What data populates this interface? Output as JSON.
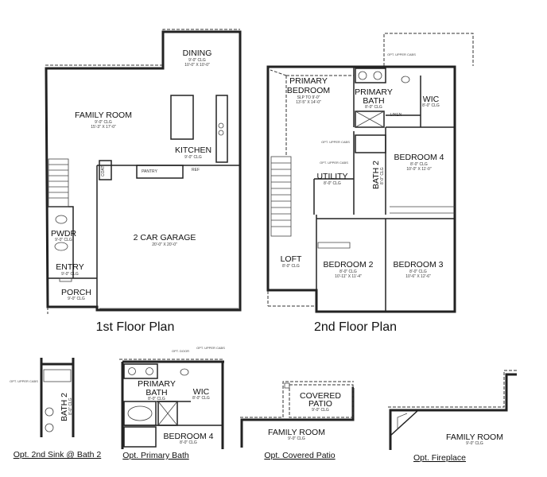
{
  "first_floor": {
    "title": "1st Floor Plan",
    "rooms": {
      "dining": {
        "name": "DINING",
        "clg": "9'-0\" CLG",
        "size": "10'-0\" X 10'-0\""
      },
      "family_room": {
        "name": "FAMILY ROOM",
        "clg": "9'-0\" CLG",
        "size": "15'-3\" X 17'-0\""
      },
      "kitchen": {
        "name": "KITCHEN",
        "clg": "9'-0\" CLG"
      },
      "pantry": {
        "name": "PANTRY"
      },
      "ref": {
        "name": "REF"
      },
      "coat": {
        "name": "COAT"
      },
      "garage": {
        "name": "2 CAR GARAGE",
        "size": "20'-0\" X 20'-0\""
      },
      "pwdr": {
        "name": "PWDR",
        "clg": "9'-0\" CLG"
      },
      "entry": {
        "name": "ENTRY",
        "clg": "9'-0\" CLG"
      },
      "porch": {
        "name": "PORCH",
        "clg": "9'-0\" CLG"
      }
    }
  },
  "second_floor": {
    "title": "2nd Floor Plan",
    "rooms": {
      "primary_bedroom": {
        "name_1": "PRIMARY",
        "name_2": "BEDROOM",
        "clg": "SLP TO 9'-0\"",
        "size": "13'-5\" X 14'-0\""
      },
      "primary_bath": {
        "name_1": "PRIMARY",
        "name_2": "BATH",
        "clg": "8'-0\" CLG"
      },
      "wic": {
        "name": "WIC",
        "clg": "8'-0\" CLG"
      },
      "linen": {
        "name": "LINEN"
      },
      "bedroom4": {
        "name": "BEDROOM 4",
        "clg": "8'-0\" CLG",
        "size": "10'-0\" X 11'-0\""
      },
      "utility": {
        "name": "UTILITY",
        "clg": "8'-0\" CLG"
      },
      "bath2": {
        "name": "BATH 2",
        "clg": "8'-0\" CLG"
      },
      "loft": {
        "name": "LOFT",
        "clg": "8'-0\" CLG"
      },
      "bedroom2": {
        "name": "BEDROOM 2",
        "clg": "8'-0\" CLG",
        "size": "10'-11\" X 11'-4\""
      },
      "bedroom3": {
        "name": "BEDROOM 3",
        "clg": "8'-0\" CLG",
        "size": "10'-6\" X 12'-6\""
      }
    },
    "note_upper_cabs": "OPT. UPPER CABS"
  },
  "options": {
    "sink_bath2": {
      "title": "Opt. 2nd Sink @ Bath 2",
      "bath": "BATH 2",
      "clg": "8'-0\" CLG",
      "note": "OPT. UPPER CABS"
    },
    "primary_bath": {
      "title": "Opt. Primary Bath",
      "bath_1": "PRIMARY",
      "bath_2": "BATH",
      "bath_clg": "8'-0\" CLG",
      "wic": "WIC",
      "wic_clg": "8'-0\" CLG",
      "bedroom": "BEDROOM 4",
      "bedroom_clg": "8'-0\" CLG",
      "note_door": "OPT. DOOR",
      "note_cabs": "OPT. UPPER CABS"
    },
    "covered_patio": {
      "title": "Opt. Covered Patio",
      "patio_1": "COVERED",
      "patio_2": "PATIO",
      "patio_clg": "9'-0\" CLG",
      "family": "FAMILY ROOM",
      "family_clg": "9'-0\" CLG"
    },
    "fireplace": {
      "title": "Opt. Fireplace",
      "family": "FAMILY ROOM",
      "family_clg": "9'-0\" CLG"
    }
  }
}
